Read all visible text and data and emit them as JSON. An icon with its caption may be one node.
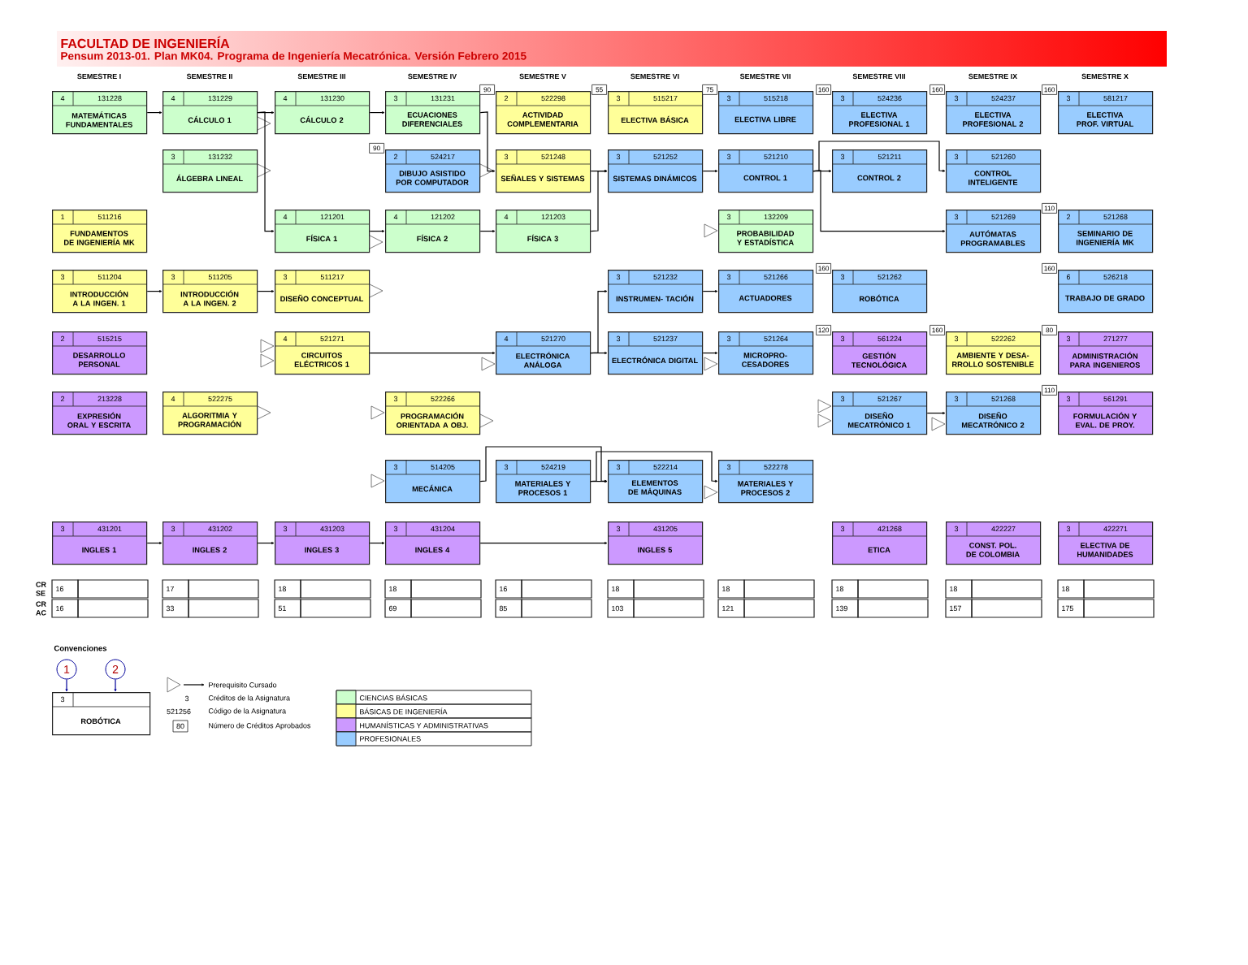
{
  "diagram": {
    "title": "FACULTAD DE INGENIERÍA",
    "nodes": [
      {
        "text": [
          "4",
          "131228",
          "MATEMÁTICAS FUNDAMENTALES"
        ]
      },
      {
        "text": [
          "4",
          "131229",
          "CÁLCULO 1"
        ]
      },
      {
        "text": [
          "4",
          "131230",
          "CÁLCULO 2"
        ]
      },
      {
        "text": [
          "3",
          "131231",
          "ECUACIONES DIFERENCIALES"
        ]
      },
      {
        "text": [
          "2",
          "522298",
          "ACTIVIDAD COMPLEMENTARIA"
        ],
        "beside": [
          "90"
        ]
      },
      {
        "text": [
          "3",
          "515217",
          "ELECTIVA BÁSICA"
        ],
        "beside": [
          "55"
        ]
      },
      {
        "text": [
          "3",
          "515218",
          "ELECTIVA LIBRE"
        ],
        "beside": [
          "75"
        ]
      },
      {
        "text": [
          "3",
          "524236",
          "ELECTIVA PROFESIONAL 1"
        ],
        "beside": [
          "160"
        ]
      },
      {
        "text": [
          "3",
          "524237",
          "ELECTIVA PROFESIONAL 2"
        ],
        "beside": [
          "160"
        ]
      },
      {
        "text": [
          "3",
          "581217",
          "ELECTIVA PROF. VIRTUAL"
        ],
        "beside": [
          "160"
        ]
      },
      {
        "text": [
          "3",
          "131232",
          "ÁLGEBRA LINEAL"
        ]
      },
      {
        "text": [
          "2",
          "524217",
          "DIBUJO ASISTIDO POR COMPUTADOR"
        ],
        "beside": [
          "90"
        ]
      },
      {
        "text": [
          "3",
          "521248",
          "SEÑALES Y SISTEMAS"
        ]
      },
      {
        "text": [
          "3",
          "521252",
          "SISTEMAS DINÁMICOS"
        ]
      },
      {
        "text": [
          "3",
          "521210",
          "CONTROL 1"
        ]
      },
      {
        "text": [
          "3",
          "521211",
          "CONTROL 2"
        ]
      },
      {
        "text": [
          "3",
          "521260",
          "CONTROL INTELIGENTE"
        ]
      },
      {
        "text": [
          "1",
          "511216",
          "FUNDAMENTOS DE INGENIERÍA MK"
        ]
      },
      {
        "text": [
          "4",
          "121201",
          "FÍSICA 1"
        ]
      },
      {
        "text": [
          "4",
          "121202",
          "FÍSICA 2"
        ]
      },
      {
        "text": [
          "4",
          "121203",
          "FÍSICA 3"
        ]
      },
      {
        "text": [
          "3",
          "132209",
          "PROBABILIDAD Y ESTADÍSTICA"
        ]
      },
      {
        "text": [
          "3",
          "521269",
          "AUTÓMATAS PROGRAMABLES"
        ]
      },
      {
        "text": [
          "2",
          "521268",
          "SEMINARIO DE INGENIERÍA MK"
        ],
        "beside": [
          "110"
        ]
      },
      {
        "text": [
          "3",
          "511204",
          "INTRODUCCIÓN A LA INGEN. 1"
        ]
      },
      {
        "text": [
          "3",
          "511205",
          "INTRODUCCIÓN A LA INGEN. 2"
        ]
      },
      {
        "text": [
          "3",
          "511217",
          "DISEÑO CONCEPTUAL"
        ]
      },
      {
        "text": [
          "3",
          "521232",
          "INSTRUMEN- TACIÓN"
        ]
      },
      {
        "text": [
          "3",
          "521266",
          "ACTUADORES"
        ]
      },
      {
        "text": [
          "3",
          "521262",
          "ROBÓTICA"
        ],
        "beside": [
          "160"
        ]
      },
      {
        "text": [
          "6",
          "526218",
          "TRABAJO DE GRADO"
        ],
        "beside": [
          "160"
        ]
      },
      {
        "text": [
          "2",
          "515215",
          "DESARROLLO PERSONAL"
        ]
      },
      {
        "text": [
          "4",
          "521271",
          "CIRCUITOS ELÉCTRICOS 1"
        ]
      },
      {
        "text": [
          "4",
          "521270",
          "ELECTRÓNICA ANÁLOGA"
        ]
      },
      {
        "text": [
          "3",
          "521237",
          "ELECTRÓNICA DIGITAL"
        ]
      },
      {
        "text": [
          "3",
          "521264",
          "MICROPRO- CESADORES"
        ]
      },
      {
        "text": [
          "3",
          "561224",
          "GESTIÓN TECNOLÓGICA"
        ],
        "beside": [
          "120"
        ]
      },
      {
        "text": [
          "3",
          "522262",
          "AMBIENTE Y DESA- RROLLO SOSTENIBLE"
        ],
        "beside": [
          "160"
        ]
      },
      {
        "text": [
          "3",
          "271277",
          "ADMINISTRACIÓN PARA INGENIEROS"
        ],
        "beside": [
          "80"
        ]
      },
      {
        "text": [
          "2",
          "213228",
          "EXPRESIÓN ORAL Y ESCRITA"
        ]
      },
      {
        "text": [
          "4",
          "522275",
          "ALGORITMIA Y PROGRAMACIÓN"
        ]
      },
      {
        "text": [
          "3",
          "522266",
          "PROGRAMACIÓN ORIENTADA A OBJ."
        ]
      },
      {
        "text": [
          "3",
          "521267",
          "DISEÑO MECATRÓNICO 1"
        ]
      },
      {
        "text": [
          "3",
          "521268",
          "DISEÑO MECATRÓNICO 2"
        ]
      },
      {
        "text": [
          "3",
          "561291",
          "FORMULACIÓN Y EVAL. DE PROY."
        ],
        "beside": [
          "110"
        ]
      },
      {
        "text": [
          "3",
          "514205",
          "MECÁNICA"
        ]
      },
      {
        "text": [
          "3",
          "524219",
          "MATERIALES Y PROCESOS 1"
        ]
      },
      {
        "text": [
          "3",
          "522214",
          "ELEMENTOS DE MÁQUINAS"
        ]
      },
      {
        "text": [
          "3",
          "522278",
          "MATERIALES Y PROCESOS 2"
        ]
      },
      {
        "text": [
          "3",
          "431201",
          "INGLES 1"
        ]
      },
      {
        "text": [
          "3",
          "431202",
          "INGLES 2"
        ]
      },
      {
        "text": [
          "3",
          "431203",
          "INGLES 3"
        ]
      },
      {
        "text": [
          "3",
          "431204",
          "INGLES 4"
        ]
      },
      {
        "text": [
          "3",
          "431205",
          "INGLES 5"
        ]
      },
      {
        "text": [
          "3",
          "421268",
          "ETICA"
        ]
      },
      {
        "text": [
          "3",
          "422227",
          "CONST. POL. DE COLOMBIA"
        ]
      },
      {
        "text": [
          "3",
          "422271",
          "ELECTIVA DE HUMANIDADES"
        ]
      },
      {
        "text": [
          "1"
        ]
      },
      {
        "text": [
          "2"
        ]
      },
      {
        "text": [
          "3",
          "ROBÓTICA"
        ]
      }
    ],
    "edges": [
      {
        "from": 0,
        "to": 1,
        "arrow": "to"
      },
      {
        "from": 1,
        "to": 2,
        "arrow": "to"
      },
      {
        "from": 2,
        "to": 3,
        "arrow": "to"
      },
      {
        "from": 1,
        "to": 18,
        "arrow": "to"
      },
      {
        "from": 3,
        "to": 12,
        "arrow": "to"
      },
      {
        "from": 12,
        "to": 13,
        "arrow": "to"
      },
      {
        "from": 20,
        "to": 13,
        "arrow": "to"
      },
      {
        "from": 13,
        "to": 14,
        "arrow": "to"
      },
      {
        "from": 14,
        "to": 15,
        "arrow": "to"
      },
      {
        "from": 14,
        "to": 16,
        "arrow": "to"
      },
      {
        "from": 14,
        "to": 22,
        "arrow": "to"
      },
      {
        "from": 18,
        "to": 19,
        "arrow": "to"
      },
      {
        "from": 19,
        "to": 20,
        "arrow": "to"
      },
      {
        "from": 24,
        "to": 25,
        "arrow": "to"
      },
      {
        "from": 25,
        "to": 26,
        "arrow": "to"
      },
      {
        "from": 27,
        "to": 28,
        "arrow": "to"
      },
      {
        "from": 32,
        "to": 33,
        "arrow": "to"
      },
      {
        "from": 33,
        "to": 34,
        "arrow": "to"
      },
      {
        "from": 33,
        "to": 27,
        "arrow": "to"
      },
      {
        "from": 34,
        "to": 35,
        "arrow": "to"
      },
      {
        "from": 42,
        "to": 43,
        "arrow": "to"
      },
      {
        "from": 45,
        "to": 47,
        "arrow": "to"
      },
      {
        "from": 46,
        "to": 47,
        "arrow": "to"
      },
      {
        "from": 46,
        "to": 48,
        "arrow": "to"
      },
      {
        "from": 49,
        "to": 50,
        "arrow": "to"
      },
      {
        "from": 50,
        "to": 51,
        "arrow": "to"
      },
      {
        "from": 51,
        "to": 52,
        "arrow": "to"
      },
      {
        "from": 52,
        "to": 53,
        "arrow": "to"
      },
      {
        "from": 57,
        "to": 59,
        "arrow": "to",
        "color": "#000099"
      },
      {
        "from": 58,
        "to": 59,
        "arrow": "to",
        "color": "#000099"
      }
    ],
    "labels": [
      "Pensum 2013-01. Plan MK04.  Programa de Ingeniería Mecatrónica. Versión Febrero 2015",
      "SEMESTRE I",
      "SEMESTRE II",
      "SEMESTRE III",
      "SEMESTRE IV",
      "SEMESTRE V",
      "SEMESTRE VI",
      "SEMESTRE VII",
      "SEMESTRE VIII",
      "SEMESTRE IX",
      "SEMESTRE X",
      "CR SE",
      "16",
      "17",
      "18",
      "18",
      "16",
      "18",
      "18",
      "18",
      "18",
      "18",
      "CR AC",
      "16",
      "33",
      "51",
      "69",
      "85",
      "103",
      "121",
      "139",
      "157",
      "175",
      "Convenciones",
      "Prerequisito Cursado",
      "3",
      "Créditos de la Asignatura",
      "521256",
      "Código de la Asignatura",
      "80",
      "Número de Créditos Aprobados"
    ],
    "legend": [
      {
        "text": "CIENCIAS BÁSICAS",
        "color": "#ccffcc"
      },
      {
        "text": "BÁSICAS DE INGENIERÍA",
        "color": "#ffff99"
      },
      {
        "text": "HUMANÍSTICAS Y ADMINISTRATIVAS",
        "color": "#cc99ff"
      },
      {
        "text": "PROFESIONALES",
        "color": "#99ccff"
      }
    ]
  }
}
